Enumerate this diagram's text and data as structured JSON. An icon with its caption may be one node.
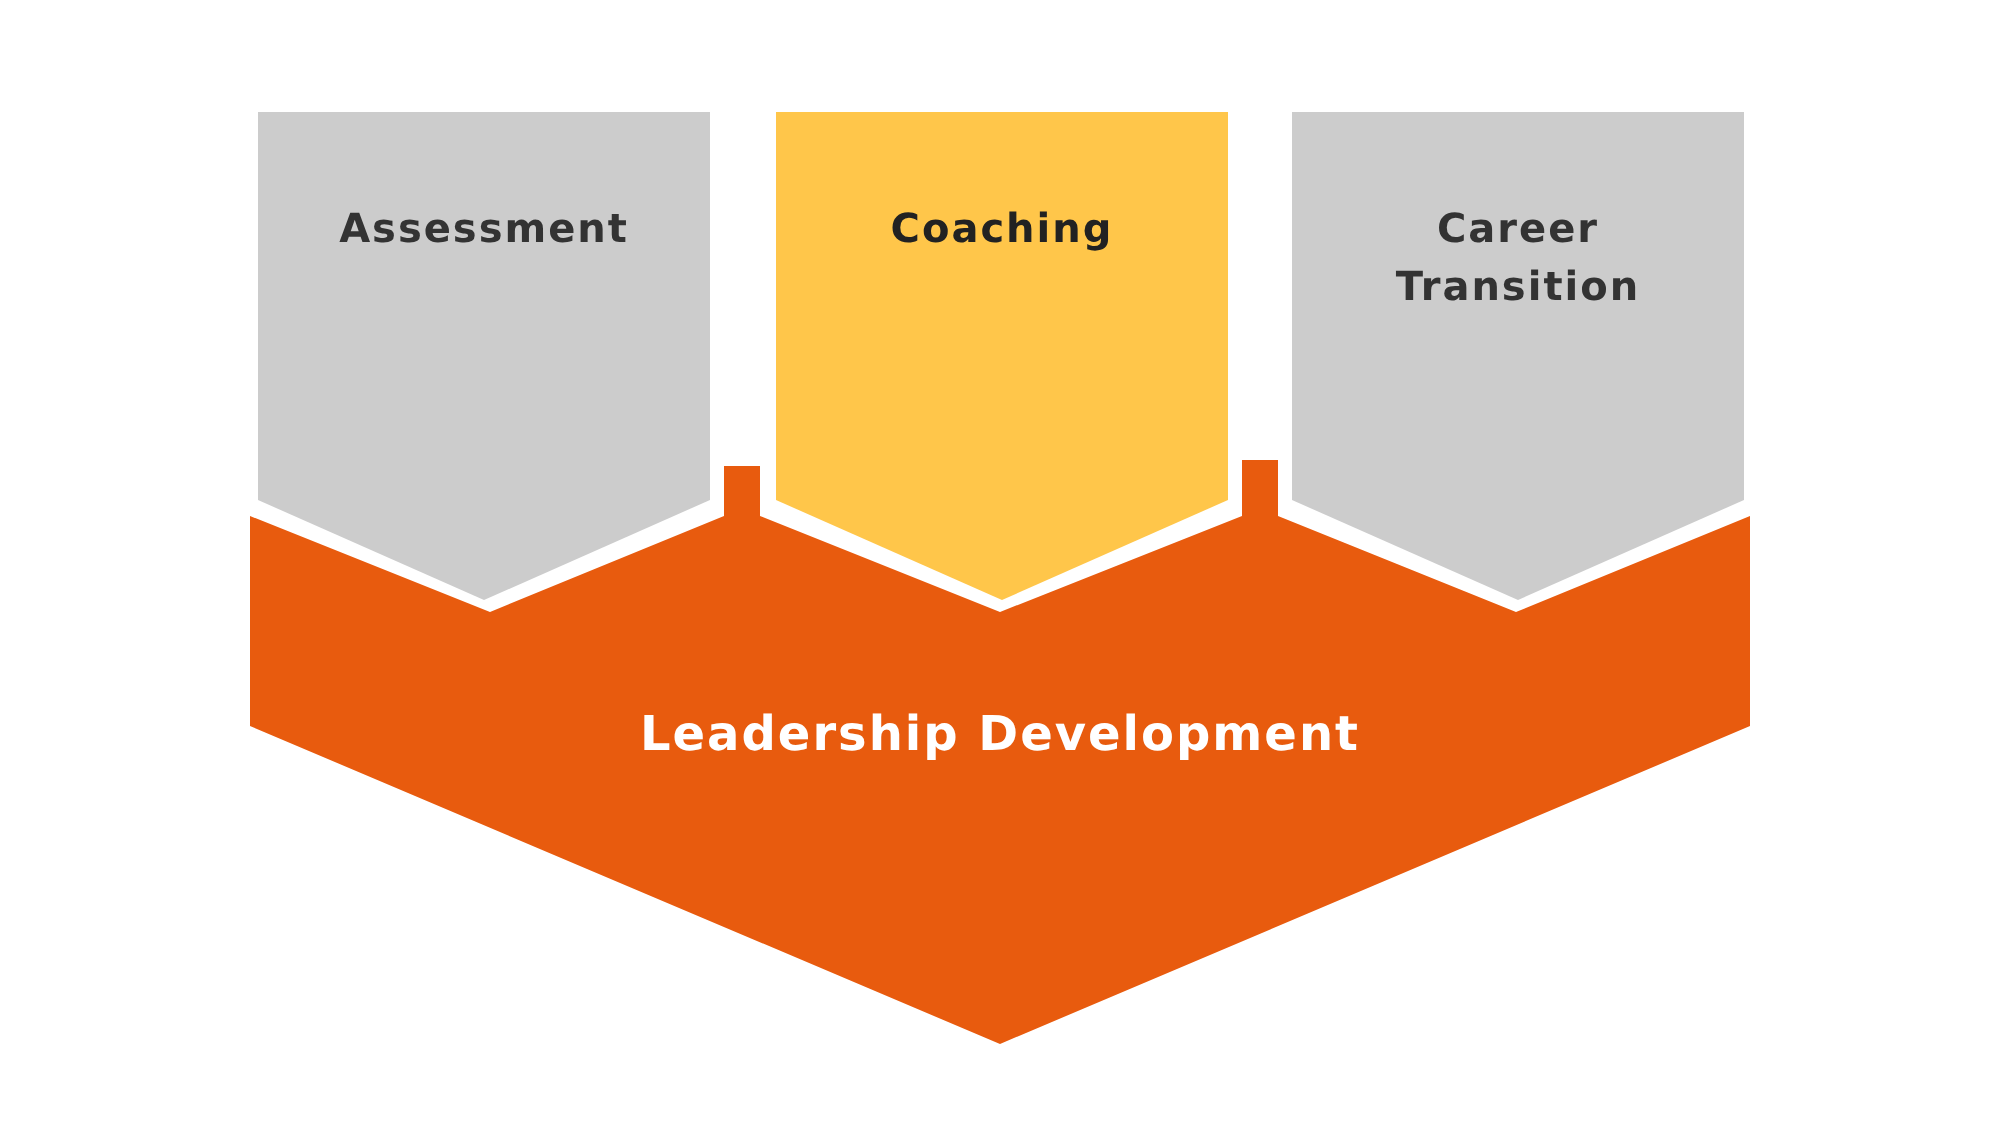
{
  "diagram": {
    "nodes": [
      {
        "text": [
          "Assessment"
        ]
      },
      {
        "text": [
          "Coaching"
        ]
      },
      {
        "text": [
          "Career Transition"
        ]
      },
      {
        "text": [
          "Leadership Development"
        ]
      }
    ]
  }
}
